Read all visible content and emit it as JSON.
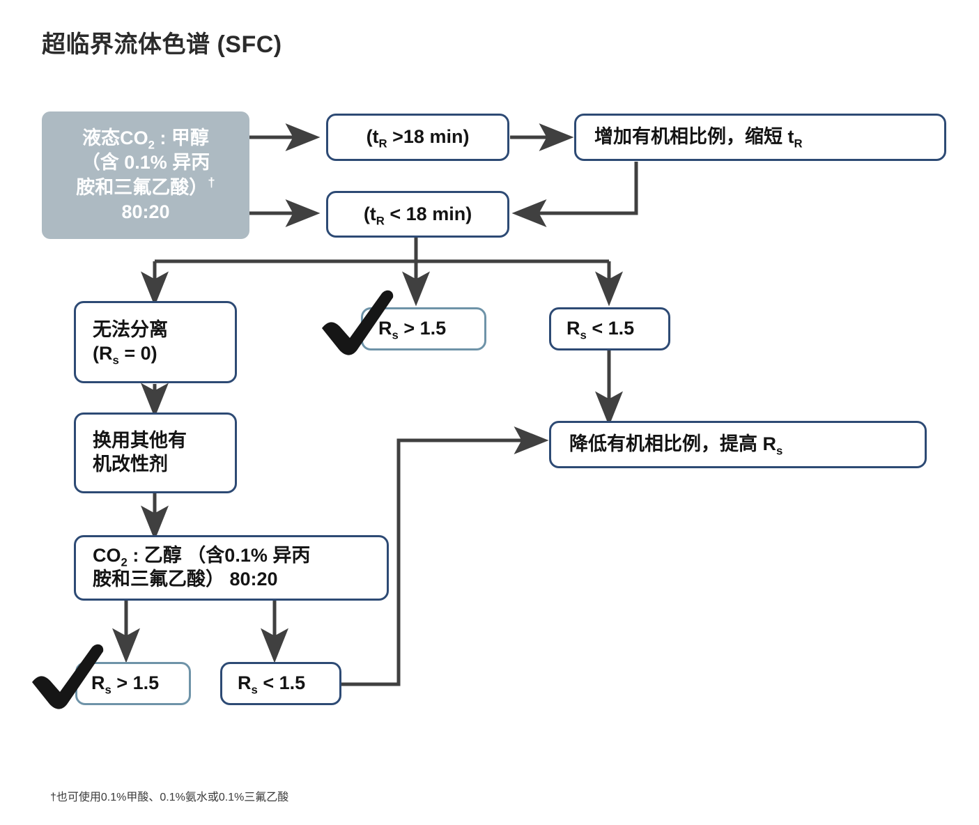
{
  "page": {
    "title": "超临界流体色谱 (SFC)",
    "footnote": "†也可使用0.1%甲酸、0.1%氨水或0.1%三氟乙酸",
    "colors": {
      "node_border": "#2d4a74",
      "node_border_alt": "#6e93a8",
      "start_fill": "#adbac2",
      "arrow": "#404040",
      "text": "#141414",
      "title": "#2b2b2b"
    }
  },
  "nodes": {
    "start": {
      "line1_pre": "液态CO",
      "line1_sub": "2",
      "line1_post": " : 甲醇",
      "line2": "（含 0.1% 异丙",
      "line3": "胺和三氟乙酸）",
      "line3_dagger": "†",
      "line4": "80:20"
    },
    "tr_gt": {
      "pre": "(t",
      "sub": "R",
      "post": " >18 min)"
    },
    "tr_lt": {
      "pre": "(t",
      "sub": "R",
      "post": " < 18 min)"
    },
    "increase_organic": {
      "pre": "增加有机相比例，缩短 t",
      "sub": "R",
      "post": ""
    },
    "no_separation": {
      "line1": "无法分离",
      "line2_pre": "(R",
      "line2_sub": "s",
      "line2_post": " = 0)"
    },
    "rs_gt_top": {
      "pre": "R",
      "sub": "s",
      "post": " > 1.5"
    },
    "rs_lt_top": {
      "pre": "R",
      "sub": "s",
      "post": " < 1.5"
    },
    "switch_modifier": {
      "line1": "换用其他有",
      "line2": "机改性剂"
    },
    "decrease_organic": {
      "pre": "降低有机相比例，提高 R",
      "sub": "s",
      "post": ""
    },
    "co2_ethanol": {
      "line1_pre": "CO",
      "line1_sub": "2",
      "line1_post": " : 乙醇 （含0.1% 异丙",
      "line2": "胺和三氟乙酸） 80:20"
    },
    "rs_gt_bottom": {
      "pre": "R",
      "sub": "s",
      "post": " > 1.5"
    },
    "rs_lt_bottom": {
      "pre": "R",
      "sub": "s",
      "post": " < 1.5"
    }
  },
  "marks": {
    "check_top": "check-mark",
    "check_bottom": "check-mark"
  }
}
